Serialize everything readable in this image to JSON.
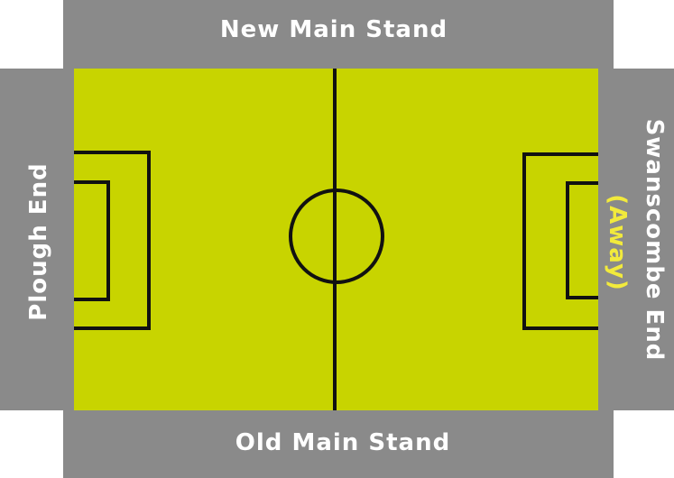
{
  "stands": {
    "top": "New Main Stand",
    "bottom": "Old Main Stand",
    "left": "Plough End",
    "right": "Swanscombe End",
    "right_note": "(Away)"
  },
  "colors": {
    "pitch": "#c8d400",
    "stand": "#8a8a8a",
    "lines": "#111111",
    "stand_text": "#ffffff",
    "away_text": "#f2ea3c"
  }
}
